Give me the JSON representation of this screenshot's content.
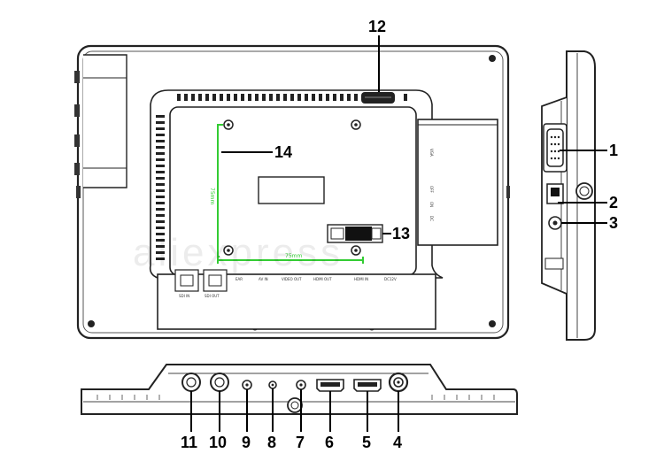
{
  "callouts": [
    {
      "id": "1",
      "label": "1"
    },
    {
      "id": "2",
      "label": "2"
    },
    {
      "id": "3",
      "label": "3"
    },
    {
      "id": "4",
      "label": "4"
    },
    {
      "id": "5",
      "label": "5"
    },
    {
      "id": "6",
      "label": "6"
    },
    {
      "id": "7",
      "label": "7"
    },
    {
      "id": "8",
      "label": "8"
    },
    {
      "id": "9",
      "label": "9"
    },
    {
      "id": "10",
      "label": "10"
    },
    {
      "id": "11",
      "label": "11"
    },
    {
      "id": "12",
      "label": "12"
    },
    {
      "id": "13",
      "label": "13"
    },
    {
      "id": "14",
      "label": "14"
    }
  ],
  "vesa": {
    "horizontal_label": "75mm",
    "vertical_label": "75mm"
  },
  "port_labels": {
    "sdi_in": "SDI IN",
    "sdi_out": "SDI OUT",
    "ear": "EAR",
    "av_in": "AV IN",
    "video_out": "VIDEO OUT",
    "hdmi_out": "HDMI OUT",
    "hdmi_in": "HDMI IN",
    "dc_12v": "DC12V"
  },
  "side_box_labels": {
    "vga": "VGA",
    "dc": "DC",
    "off": "OFF",
    "on": "ON"
  },
  "watermark": "aliexpress"
}
